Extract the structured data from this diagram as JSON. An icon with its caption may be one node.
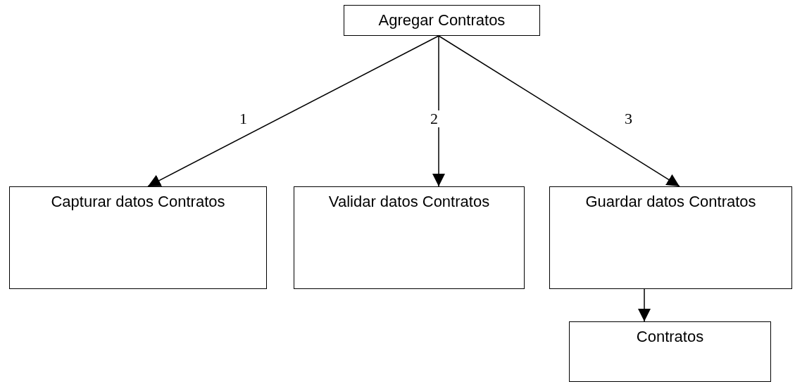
{
  "diagram": {
    "nodes": [
      {
        "text": [
          "Agregar Contratos"
        ]
      },
      {
        "text": [
          "Capturar datos Contratos"
        ]
      },
      {
        "text": [
          "Validar datos Contratos"
        ]
      },
      {
        "text": [
          "Guardar datos Contratos"
        ]
      },
      {
        "text": [
          "Contratos"
        ]
      }
    ],
    "edges": [
      {
        "from": 0,
        "to": 1,
        "arrow": "to",
        "label": "1"
      },
      {
        "from": 0,
        "to": 2,
        "arrow": "to",
        "label": "2"
      },
      {
        "from": 0,
        "to": 3,
        "arrow": "to",
        "label": "3"
      },
      {
        "from": 3,
        "to": 4,
        "arrow": "to"
      }
    ]
  }
}
